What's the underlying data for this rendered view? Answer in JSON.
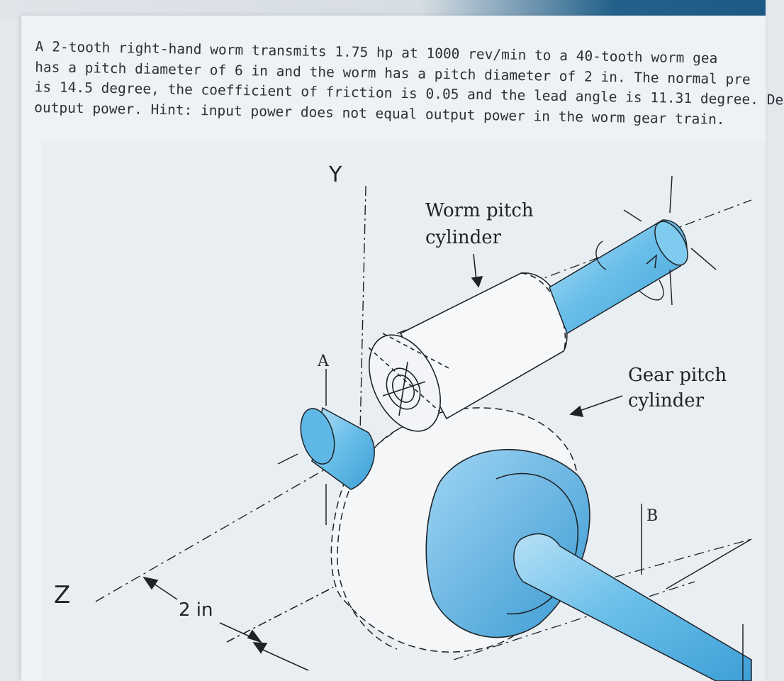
{
  "problem": {
    "lines": [
      "A 2-tooth right-hand worm transmits 1.75 hp at 1000 rev/min to a 40-tooth worm gea",
      "has a pitch diameter of 6 in and the worm has a pitch diameter of 2 in. The normal pre",
      "is 14.5 degree, the coefficient of friction is 0.05 and the lead angle is 11.31 degree. De",
      "output power. Hint: input power does not equal output power in the worm gear train."
    ]
  },
  "figure": {
    "axis_y": "Y",
    "axis_z": "Z",
    "dimension": "2 in",
    "point_a": "A",
    "point_b": "B",
    "worm_label_line1": "Worm pitch",
    "worm_label_line2": "cylinder",
    "gear_label_line1": "Gear pitch",
    "gear_label_line2": "cylinder"
  },
  "colors": {
    "shaft_blue": "#5bb5e4",
    "shaft_light": "#b7e0f6",
    "line_dark": "#1e2327",
    "page_bg": "#eef2f5"
  }
}
